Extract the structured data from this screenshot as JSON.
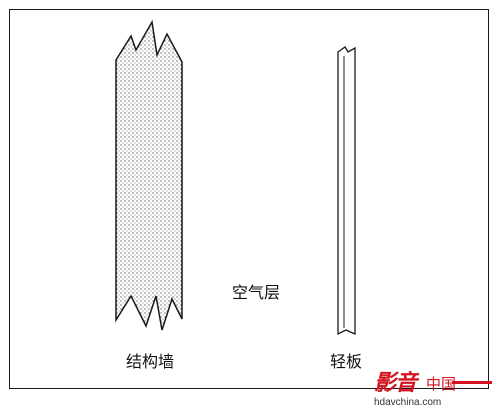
{
  "labels": {
    "structural_wall": "结构墙",
    "air_layer": "空气层",
    "light_board": "轻板"
  },
  "watermark": {
    "logo_text": "影音",
    "cn_text": "中国",
    "url": "hdavchina.com"
  },
  "colors": {
    "line": "#1a1a1a",
    "dot": "#666666",
    "watermark_red": "#d3131f"
  }
}
